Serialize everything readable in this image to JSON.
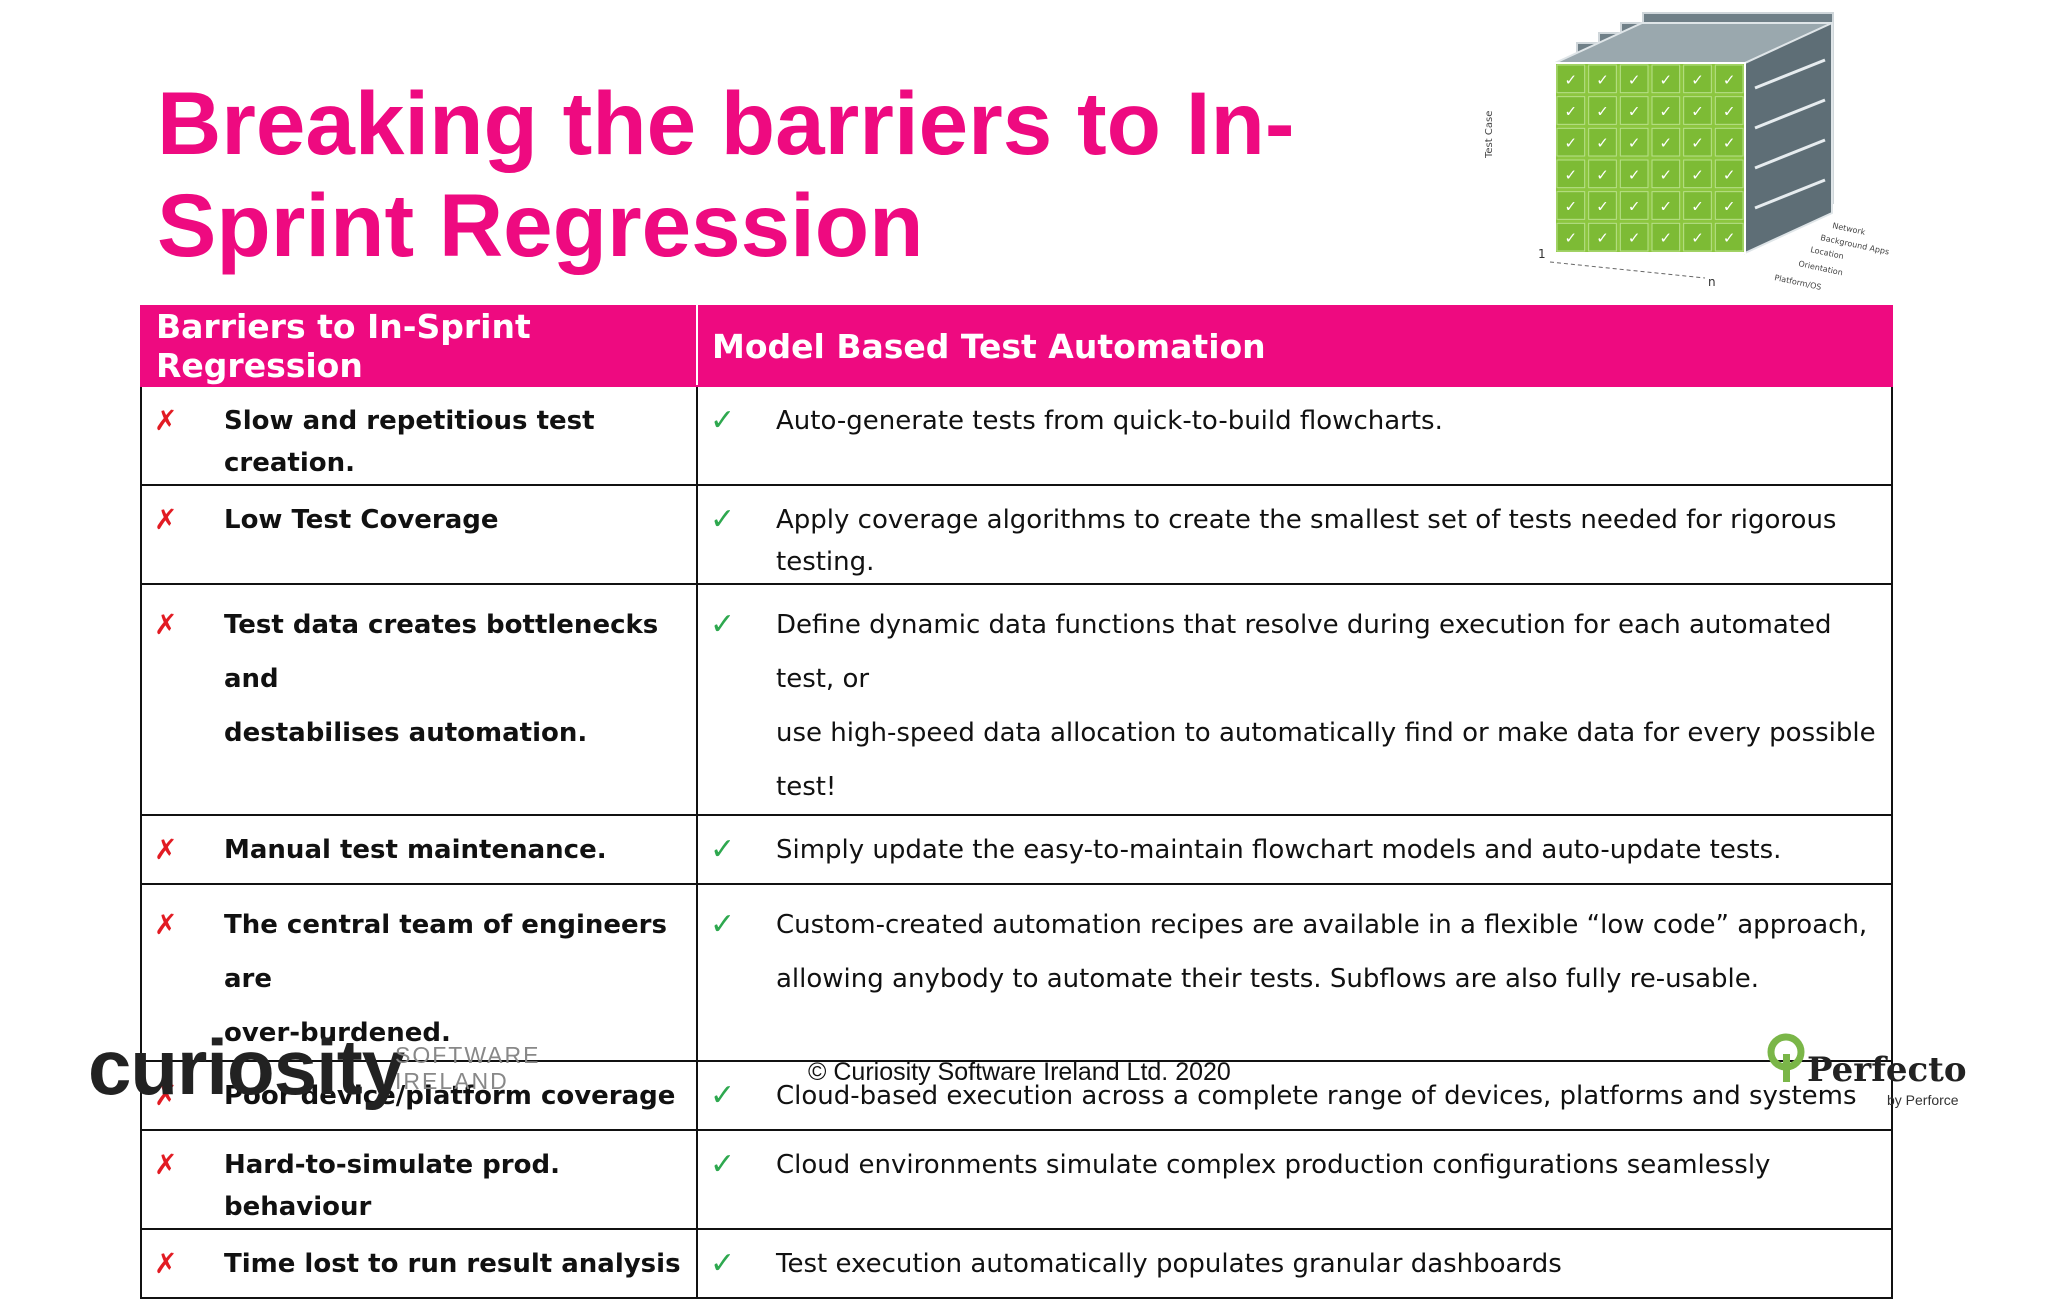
{
  "title_line1": "Breaking the barriers to In-",
  "title_line2": "Sprint Regression",
  "cube": {
    "y_label": "Test Case",
    "x_start": "1",
    "x_end": "n",
    "dimensions": [
      "Network",
      "Background Apps",
      "Location",
      "Orientation",
      "Platform/OS"
    ]
  },
  "table": {
    "headers": [
      "Barriers to In-Sprint Regression",
      "Model Based Test Automation"
    ],
    "rows": [
      {
        "barrier": [
          "Slow and repetitious test creation."
        ],
        "solution": [
          "Auto-generate tests from quick-to-build flowcharts."
        ]
      },
      {
        "barrier": [
          "Low Test Coverage"
        ],
        "solution": [
          "Apply coverage algorithms to create the smallest set of tests needed for rigorous testing."
        ]
      },
      {
        "barrier": [
          "Test data creates bottlenecks and",
          "destabilises automation."
        ],
        "solution": [
          "Define dynamic data functions that resolve during execution for each automated test, or",
          "use high-speed data allocation to automatically find or make data for every possible test!"
        ]
      },
      {
        "barrier": [
          "Manual test maintenance."
        ],
        "solution": [
          "Simply update the easy-to-maintain flowchart models and auto-update tests."
        ]
      },
      {
        "barrier": [
          "The central team of engineers are",
          "over-burdened."
        ],
        "solution": [
          "Custom-created automation recipes are available in a flexible “low code” approach,",
          "allowing anybody to automate their tests. Subflows are also fully re-usable."
        ]
      },
      {
        "barrier": [
          "Poor device/platform coverage"
        ],
        "solution": [
          "Cloud-based execution across a complete range of devices, platforms and systems"
        ]
      },
      {
        "barrier": [
          "Hard-to-simulate prod. behaviour"
        ],
        "solution": [
          "Cloud environments simulate complex production configurations seamlessly"
        ]
      },
      {
        "barrier": [
          "Time lost to run result analysis"
        ],
        "solution": [
          "Test execution automatically populates granular dashboards"
        ]
      }
    ],
    "x_mark": "✗",
    "check_mark": "✓"
  },
  "footer": {
    "curiosity_word": "curiosity",
    "curiosity_sub1": "SOFTWARE",
    "curiosity_sub2": "IRELAND",
    "copyright": "© Curiosity Software Ireland Ltd. 2020",
    "perfecto": "Perfecto",
    "perfecto_by": "by Perforce"
  },
  "colors": {
    "accent": "#ee0a80",
    "x": "#e21b23",
    "check": "#2ea84f",
    "cube_green": "#8cc63f",
    "cube_grey": "#6f7f87"
  }
}
